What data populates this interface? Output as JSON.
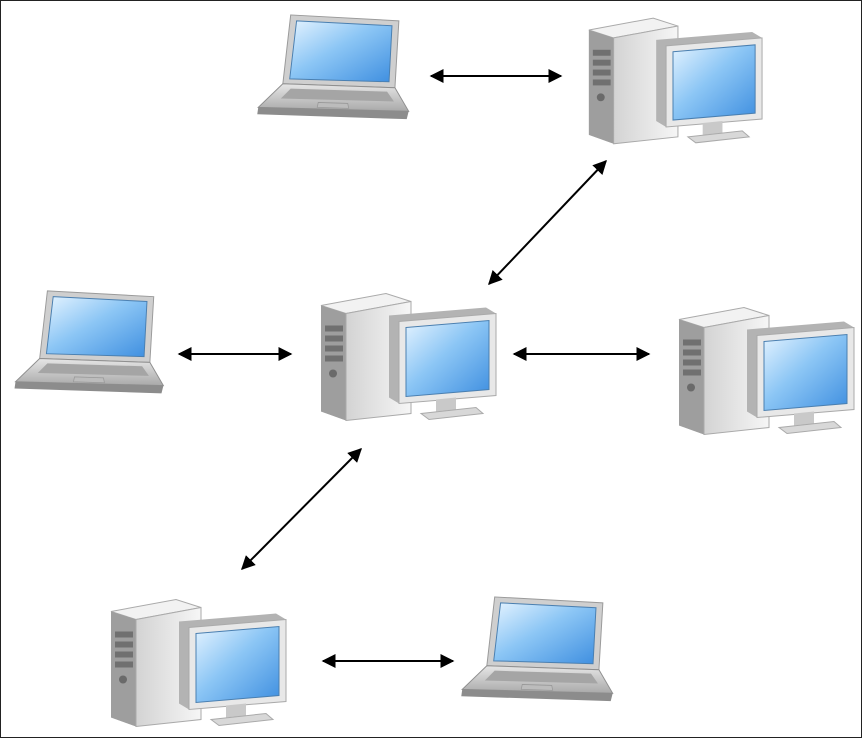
{
  "diagram": {
    "nodes": [
      {
        "id": "laptop-top",
        "kind": "laptop-icon"
      },
      {
        "id": "desktop-top-right",
        "kind": "desktop-computer-icon"
      },
      {
        "id": "laptop-left",
        "kind": "laptop-icon"
      },
      {
        "id": "desktop-center",
        "kind": "desktop-computer-icon"
      },
      {
        "id": "desktop-right",
        "kind": "desktop-computer-icon"
      },
      {
        "id": "desktop-bottom-left",
        "kind": "desktop-computer-icon"
      },
      {
        "id": "laptop-bottom-right",
        "kind": "laptop-icon"
      }
    ],
    "links": [
      {
        "from": "laptop-top",
        "to": "desktop-top-right",
        "direction": "bidirectional"
      },
      {
        "from": "desktop-center",
        "to": "desktop-top-right",
        "direction": "bidirectional"
      },
      {
        "from": "laptop-left",
        "to": "desktop-center",
        "direction": "bidirectional"
      },
      {
        "from": "desktop-center",
        "to": "desktop-right",
        "direction": "bidirectional"
      },
      {
        "from": "desktop-center",
        "to": "desktop-bottom-left",
        "direction": "bidirectional"
      },
      {
        "from": "desktop-bottom-left",
        "to": "laptop-bottom-right",
        "direction": "bidirectional"
      }
    ],
    "colors": {
      "screen": "#6fb6f0",
      "screen_highlight": "#d6ecff",
      "case": "#e9e9e9",
      "case_shade": "#bdbdbd",
      "laptop_body": "#cfcfcf",
      "arrow": "#000000",
      "border": "#222222"
    }
  }
}
